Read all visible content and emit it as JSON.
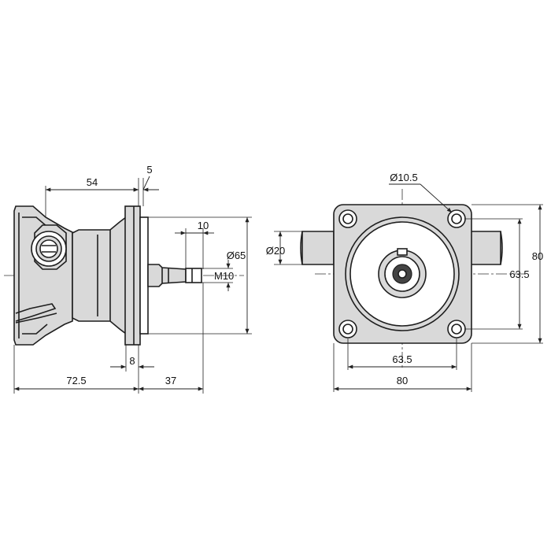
{
  "side_view": {
    "dim_54": "54",
    "dim_5": "5",
    "dim_10": "10",
    "dim_65": "Ø65",
    "thread": "M10",
    "dim_8": "8",
    "dim_72_5": "72.5",
    "dim_37": "37"
  },
  "front_view": {
    "hole": "Ø10.5",
    "port": "Ø20",
    "bolt_h": "63.5",
    "bolt_v": "63.5",
    "flange_h": "80",
    "flange_v": "80"
  },
  "colors": {
    "line": "#1e1e1e",
    "fill": "#d9d9d9"
  }
}
